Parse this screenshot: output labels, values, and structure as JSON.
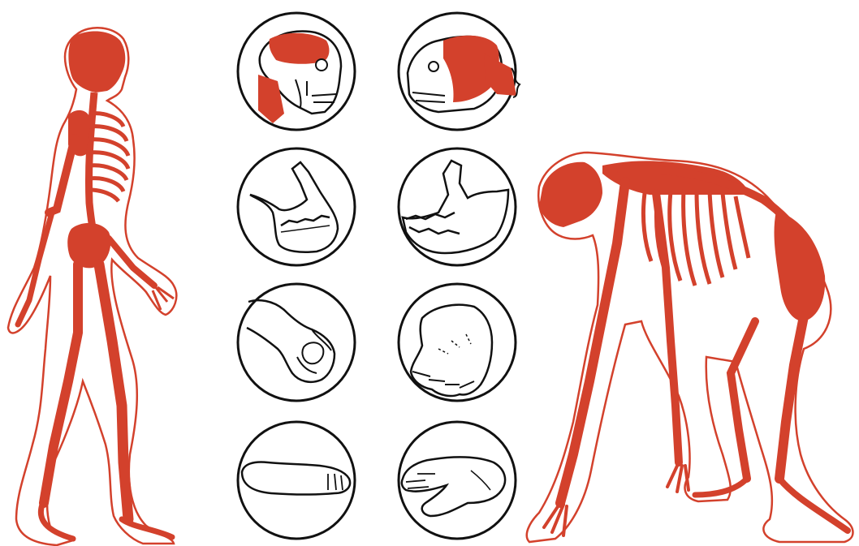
{
  "palette": {
    "bone": "#d3412c",
    "outline": "#d3412c",
    "body_fill": "#ffffff",
    "ink": "#111111",
    "background": "#ffffff"
  },
  "figures": [
    {
      "id": "human",
      "icon": "walking-human-skeleton-icon"
    },
    {
      "id": "ape",
      "icon": "knuckle-walking-ape-skeleton-icon"
    }
  ],
  "comparison_grid": {
    "columns": [
      "human",
      "ape"
    ],
    "rows": [
      {
        "feature": "skull",
        "human_icon": "human-skull-icon",
        "ape_icon": "ape-skull-icon"
      },
      {
        "feature": "jaw",
        "human_icon": "human-jaw-icon",
        "ape_icon": "ape-jaw-icon"
      },
      {
        "feature": "hand",
        "human_icon": "human-hand-icon",
        "ape_icon": "ape-hand-icon"
      },
      {
        "feature": "foot",
        "human_icon": "human-foot-icon",
        "ape_icon": "ape-foot-icon"
      }
    ]
  }
}
